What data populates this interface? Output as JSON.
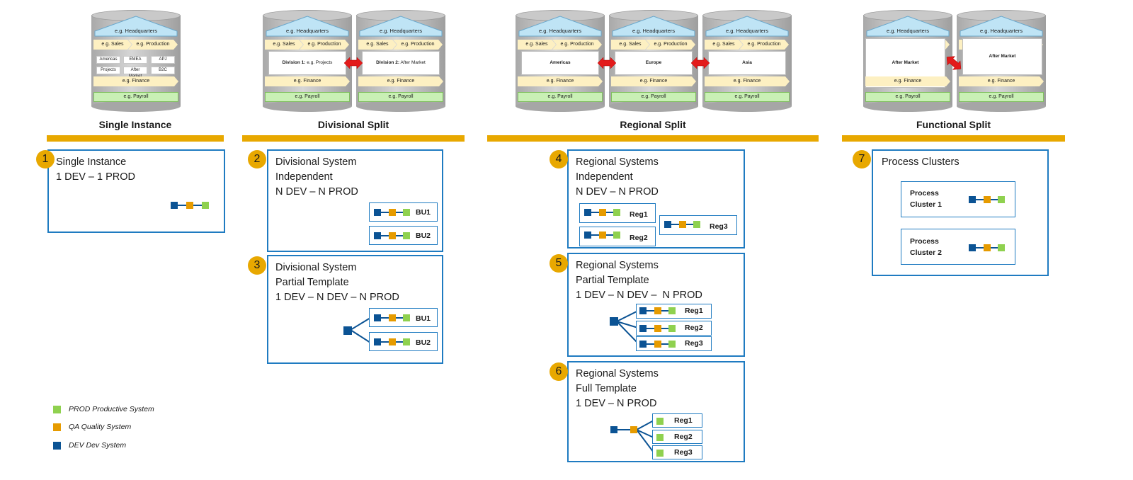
{
  "cylinder": {
    "hq": "e.g. Headquarters",
    "sales": "e.g. Sales",
    "production": "e.g. Production",
    "finance": "e.g. Finance",
    "payroll": "e.g. Payroll"
  },
  "single_cells": [
    "Americas",
    "EMEA",
    "APJ",
    "Projects",
    "After Market",
    "B2C"
  ],
  "division1_bold": "Division 1:",
  "division1_rest": " e.g. Projects",
  "division2_bold": "Division 2:",
  "division2_rest": " After Market",
  "regions": [
    "Americas",
    "Europe",
    "Asia"
  ],
  "after_market": "After Market",
  "headers": [
    "Single Instance",
    "Divisional Split",
    "Regional Split",
    "Functional Split"
  ],
  "numbers": [
    "1",
    "2",
    "3",
    "4",
    "5",
    "6",
    "7"
  ],
  "boxes": {
    "b1": "Single Instance\n1 DEV – 1 PROD",
    "b2": "Divisional System\nIndependent\nN DEV – N PROD",
    "b3": "Divisional System\nPartial Template\n1 DEV – N DEV – N PROD",
    "b4": "Regional Systems\nIndependent\nN DEV – N PROD",
    "b5": "Regional Systems\nPartial Template\n1 DEV – N DEV –  N PROD",
    "b6": "Regional Systems\nFull Template\n1 DEV – N PROD",
    "b7": "Process Clusters"
  },
  "labels": {
    "bu1": "BU1",
    "bu2": "BU2",
    "reg1": "Reg1",
    "reg2": "Reg2",
    "reg3": "Reg3",
    "pc1": "Process\nCluster 1",
    "pc2": "Process\nCluster 2"
  },
  "legend": [
    {
      "text": "PROD Productive System",
      "color": "#8fd14f"
    },
    {
      "text": "QA Quality System",
      "color": "#e69b00"
    },
    {
      "text": "DEV Dev System",
      "color": "#0b5394"
    }
  ],
  "colors": {
    "accent": "#e8a800",
    "border": "#1f7bc1",
    "dev": "#0b5394",
    "qa": "#e69b00",
    "prod": "#8fd14f",
    "arrow": "#e31b1b"
  }
}
